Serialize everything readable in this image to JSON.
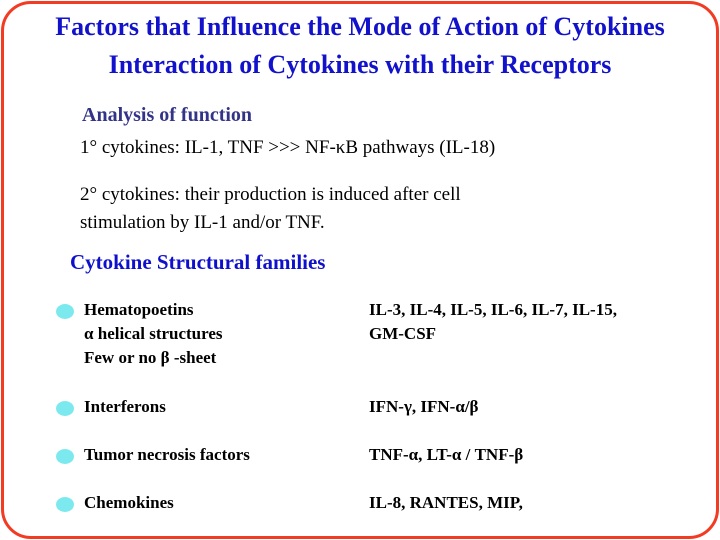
{
  "slide": {
    "title_line1": "Factors that Influence the Mode of Action of Cytokines",
    "title_line2": "Interaction of Cytokines with their Receptors",
    "analysis": {
      "heading": "Analysis of function",
      "para1": "1° cytokines: IL-1, TNF >>> NF-κB pathways (IL-18)",
      "para2_line1": "2° cytokines: their production is induced after cell",
      "para2_line2": "stimulation by IL-1 and/or TNF."
    },
    "families": {
      "heading": "Cytokine Structural families",
      "rows": [
        {
          "left_lines": [
            "Hematopoetins",
            "α helical structures",
            "Few or no β -sheet"
          ],
          "right_lines": [
            "IL-3, IL-4, IL-5, IL-6, IL-7, IL-15,",
            "GM-CSF"
          ]
        },
        {
          "left_lines": [
            "Interferons"
          ],
          "right_lines": [
            "IFN-γ, IFN-α/β"
          ]
        },
        {
          "left_lines": [
            "Tumor necrosis factors"
          ],
          "right_lines": [
            "TNF-α, LT-α / TNF-β"
          ]
        },
        {
          "left_lines": [
            "Chemokines"
          ],
          "right_lines": [
            "IL-8, RANTES, MIP,"
          ]
        }
      ]
    },
    "icons": {
      "bullet": "cyan-dot-icon"
    },
    "colors": {
      "title_blue": "#1212cc",
      "heading_navy": "#333388",
      "families_blue": "#0f10cc",
      "bullet_cyan": "#7ce9ef",
      "border_red": "#f23b22",
      "body_text": "#000000"
    }
  }
}
